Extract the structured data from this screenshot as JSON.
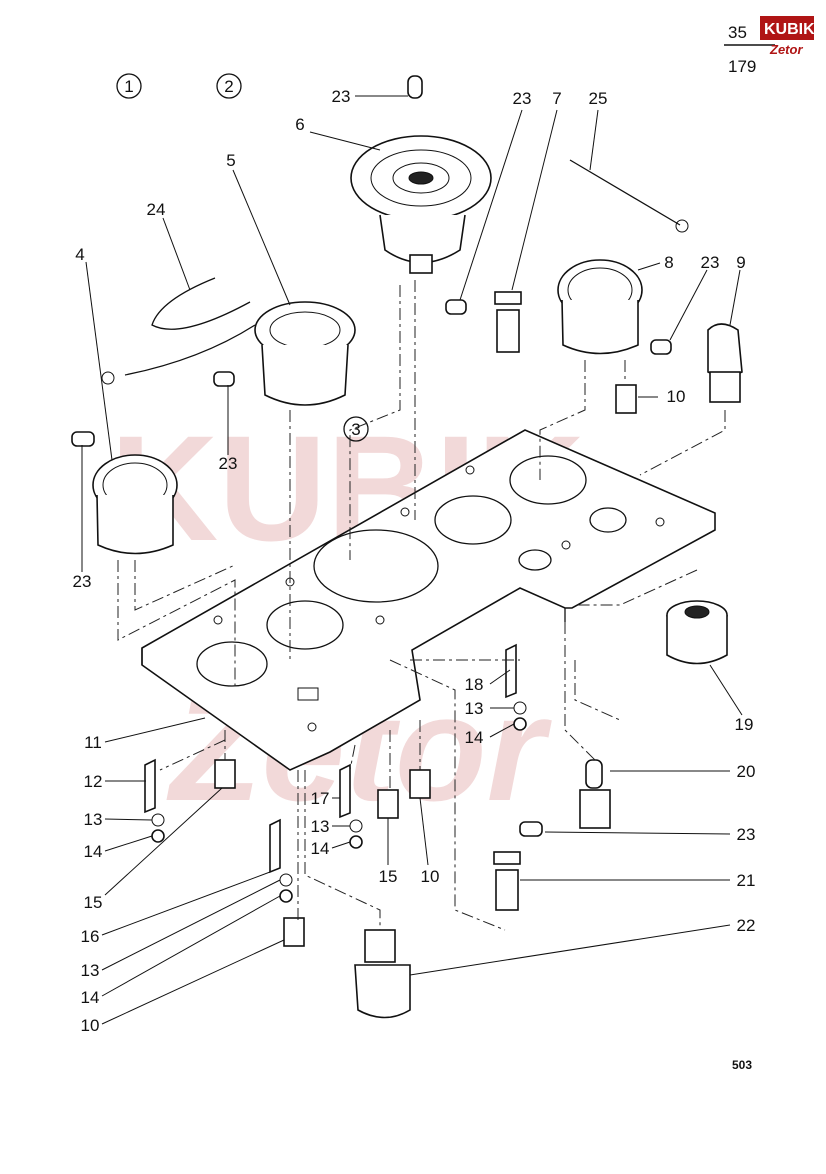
{
  "page_number": {
    "top": "35",
    "bottom": "179"
  },
  "logo": {
    "brand": "KUBIK",
    "sub": "Zetor"
  },
  "variants": [
    "1",
    "2",
    "3"
  ],
  "footer_code": "503",
  "callouts": [
    "23",
    "6",
    "23",
    "7",
    "25",
    "5",
    "24",
    "4",
    "8",
    "23",
    "9",
    "10",
    "23",
    "3",
    "23",
    "18",
    "13",
    "14",
    "11",
    "12",
    "13",
    "14",
    "15",
    "17",
    "13",
    "14",
    "15",
    "10",
    "16",
    "13",
    "14",
    "10",
    "19",
    "20",
    "23",
    "21",
    "22"
  ]
}
